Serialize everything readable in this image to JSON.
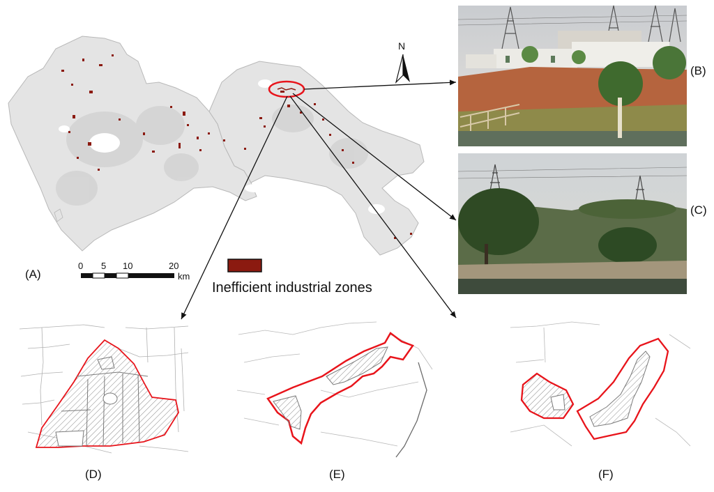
{
  "panels": {
    "A": "(A)",
    "B": "(B)",
    "C": "(C)",
    "D": "(D)",
    "E": "(E)",
    "F": "(F)"
  },
  "compass": {
    "label": "N"
  },
  "scale_bar": {
    "ticks": [
      "0",
      "5",
      "10",
      "20"
    ],
    "unit": "km"
  },
  "legend": {
    "label": "Inefficient industrial zones",
    "swatch_color": "#8b1a10"
  },
  "colors": {
    "land": "#e4e4e4",
    "land_outline": "#b8b8b8",
    "zone": "#8b1a10",
    "highlight": "#e8141b",
    "parcel_line": "#9a9a9a"
  }
}
